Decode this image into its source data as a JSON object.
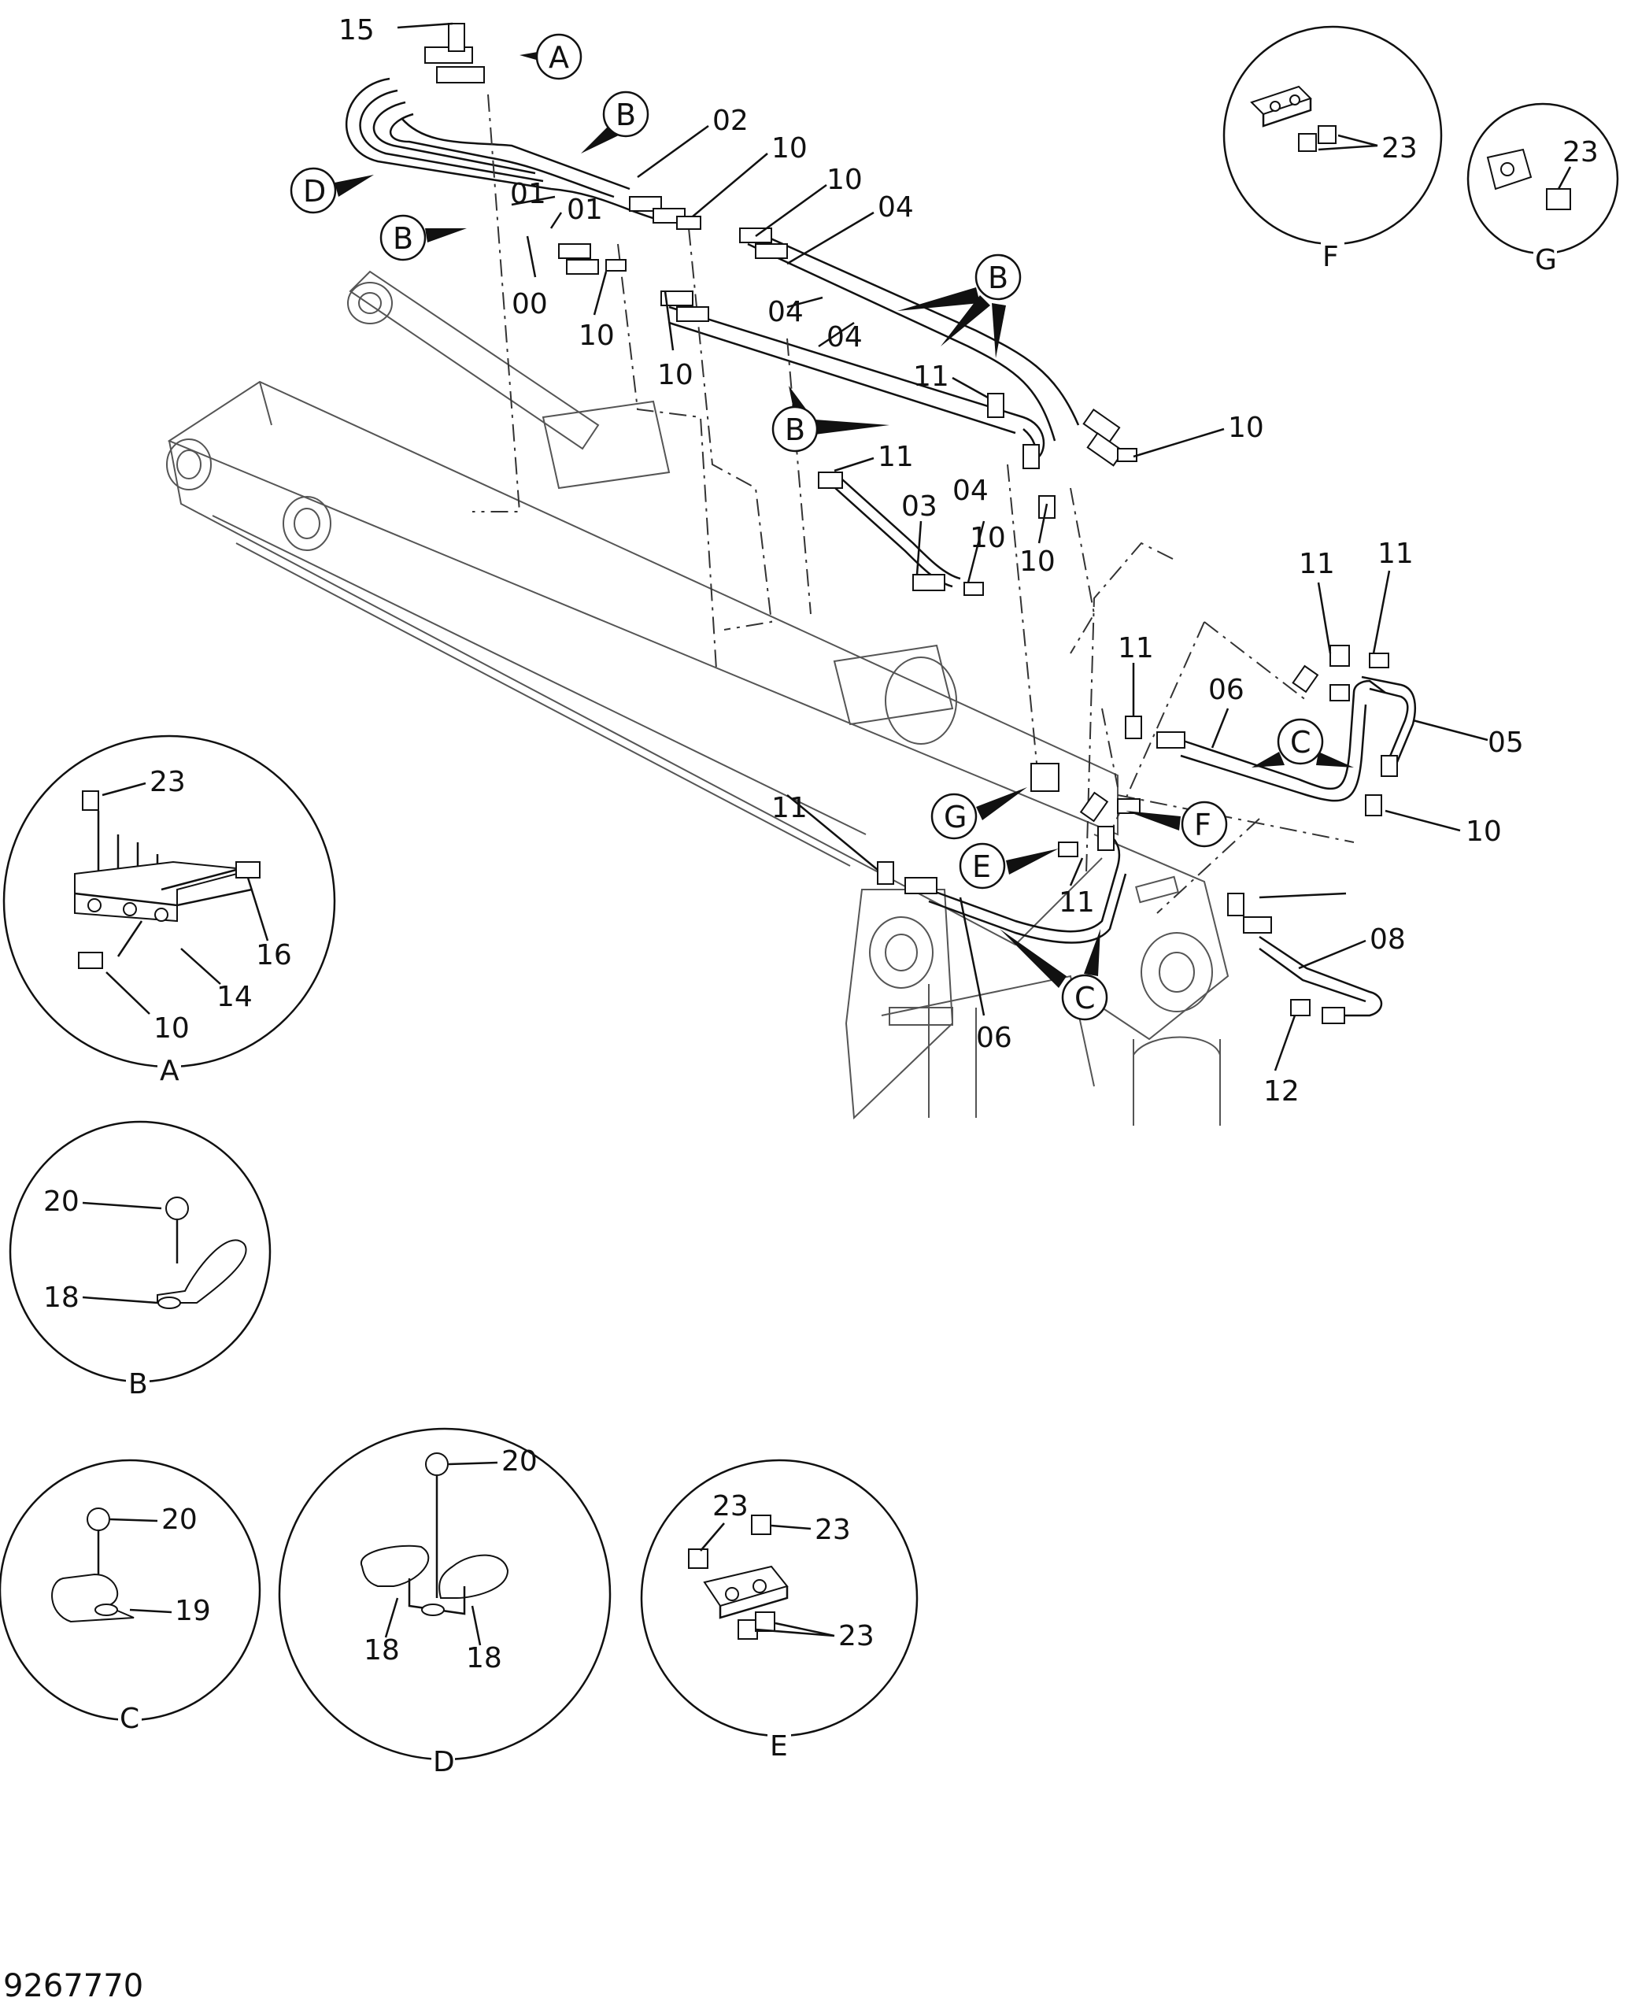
{
  "drawing_number": "9267770",
  "main_view": {
    "part_labels": [
      "15",
      "02",
      "10",
      "10",
      "04",
      "01",
      "01",
      "00",
      "10",
      "10",
      "04",
      "04",
      "11",
      "10",
      "11",
      "03",
      "04",
      "10",
      "10",
      "11",
      "11",
      "06",
      "05",
      "11",
      "10",
      "11",
      "11",
      "06",
      "08",
      "12"
    ],
    "detail_refs": [
      "A",
      "B",
      "D",
      "B",
      "B",
      "B",
      "C",
      "G",
      "E",
      "F",
      "C"
    ]
  },
  "details": [
    {
      "letter": "A",
      "labels": [
        "23",
        "16",
        "14",
        "10"
      ]
    },
    {
      "letter": "B",
      "labels": [
        "20",
        "18"
      ]
    },
    {
      "letter": "C",
      "labels": [
        "20",
        "19"
      ]
    },
    {
      "letter": "D",
      "labels": [
        "20",
        "18",
        "18"
      ]
    },
    {
      "letter": "E",
      "labels": [
        "23",
        "23",
        "23"
      ]
    },
    {
      "letter": "F",
      "labels": [
        "23"
      ]
    },
    {
      "letter": "G",
      "labels": [
        "23"
      ]
    }
  ]
}
